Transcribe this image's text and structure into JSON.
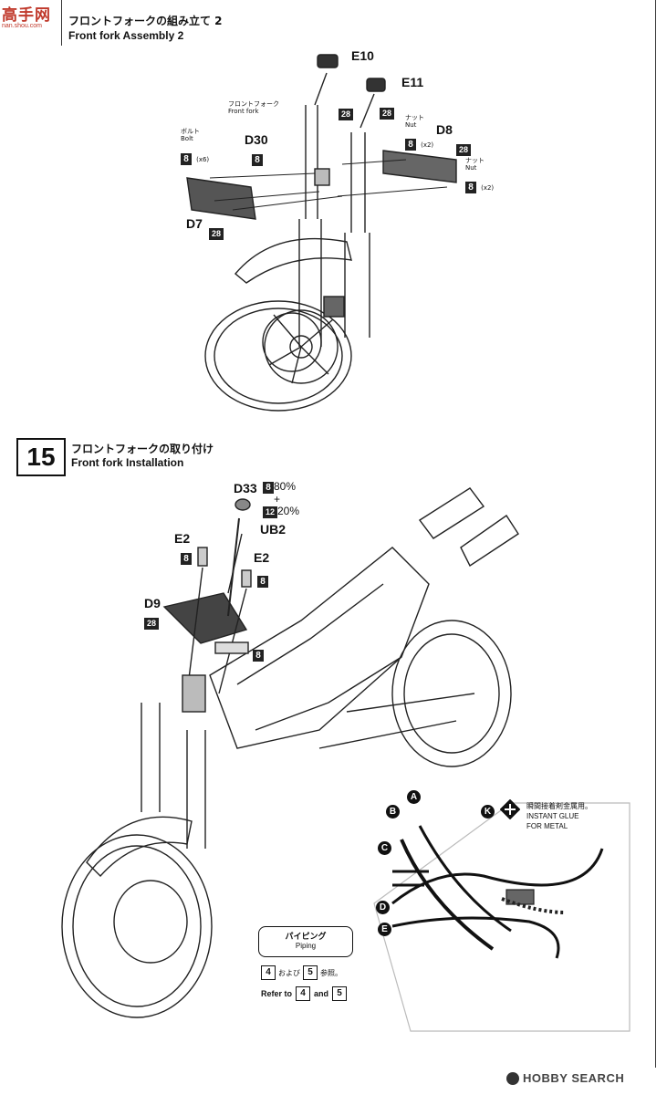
{
  "watermark": {
    "site_cn": "高手网",
    "site_url": "nan.shou.com"
  },
  "step14": {
    "title_jp": "フロントフォークの組み立て 2",
    "title_en": "Front fork Assembly 2",
    "parts": {
      "e10": "E10",
      "e11": "E11",
      "d30": "D30",
      "d8": "D8",
      "d7": "D7",
      "front_fork_jp": "フロントフォーク",
      "front_fork_en": "Front fork",
      "bolt_jp": "ボルト",
      "bolt_en": "Bolt",
      "nut_jp": "ナット",
      "nut_en": "Nut",
      "x6": "(x6)",
      "x2": "(x2)"
    },
    "color_codes": {
      "c8": "8",
      "c28": "28"
    }
  },
  "step15": {
    "number": "15",
    "title_jp": "フロントフォークの取り付け",
    "title_en": "Front fork Installation",
    "parts": {
      "d33": "D33",
      "ub2": "UB2",
      "e2": "E2",
      "d9": "D9",
      "pct80": "80%",
      "plus": "+",
      "pct20": "20%"
    },
    "color_codes": {
      "c8": "8",
      "c12": "12",
      "c28": "28"
    },
    "glue_jp": "瞬間接着剤金属用。",
    "glue_en_1": "INSTANT GLUE",
    "glue_en_2": "FOR METAL",
    "callouts": [
      "A",
      "B",
      "C",
      "D",
      "E",
      "K"
    ],
    "piping_jp": "パイピング",
    "piping_en": "Piping",
    "ref_jp_mid": "および",
    "ref_jp_end": "参照。",
    "ref_en_pre": "Refer to",
    "ref_en_mid": "and",
    "ref_a": "4",
    "ref_b": "5"
  },
  "footer_logo": "HOBBY SEARCH"
}
